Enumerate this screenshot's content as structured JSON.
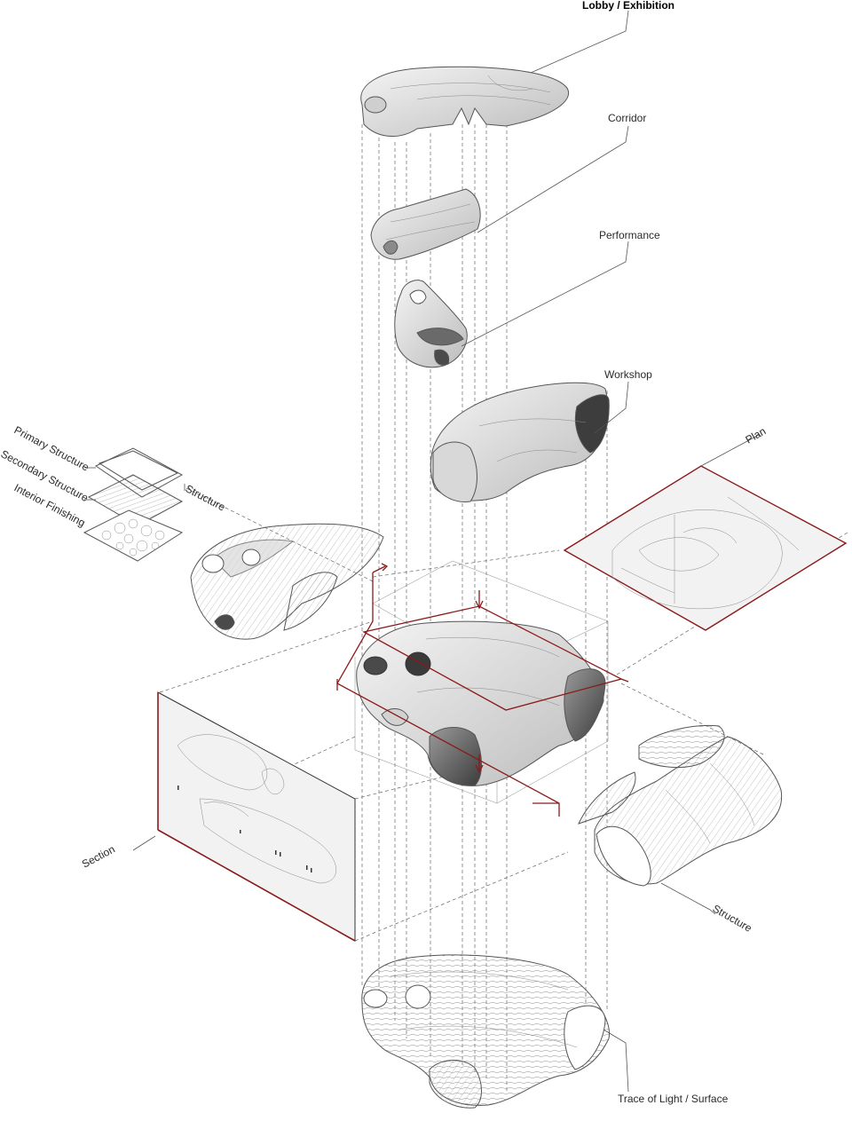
{
  "labels": {
    "lobby": "Lobby / Exhibition",
    "corridor": "Corridor",
    "performance": "Performance",
    "workshop": "Workshop",
    "plan": "Plan",
    "primary_structure": "Primary Structure",
    "secondary_structure": "Secondary Structure",
    "interior_finishing": "Interior Finishing",
    "structure_top": "Structure",
    "section": "Section",
    "structure_right": "Structure",
    "trace": "Trace of Light / Surface"
  },
  "colors": {
    "accent_red": "#8b1a1a",
    "surface_light": "#e6e6e6",
    "surface_mid": "#bdbdbd",
    "surface_dark": "#555555"
  }
}
